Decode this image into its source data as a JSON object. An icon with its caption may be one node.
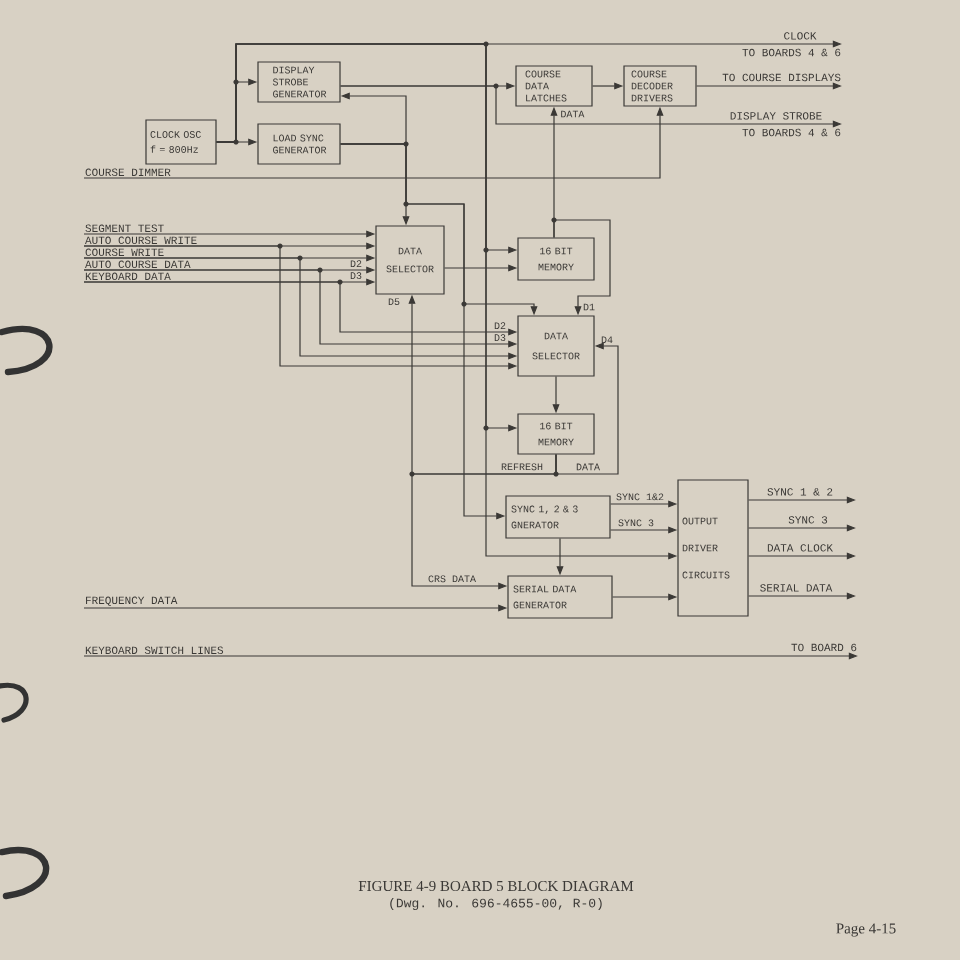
{
  "diagram": {
    "caption": "FIGURE 4-9 BOARD 5 BLOCK DIAGRAM",
    "nodes": [
      {
        "text": [
          "DISPLAY STROBE GENERATOR"
        ]
      },
      {
        "text": [
          "COURSE DATA LATCHES"
        ]
      },
      {
        "text": [
          "COURSE DECODER DRIVERS"
        ]
      },
      {
        "text": [
          "CLOCK OSC",
          "f = 800Hz"
        ]
      },
      {
        "text": [
          "LOAD SYNC GENERATOR"
        ]
      },
      {
        "text": [
          "COURSE DIMMER"
        ]
      },
      {
        "text": [
          "SEGMENT TEST"
        ]
      },
      {
        "text": [
          "AUTO COURSE WRITE"
        ]
      },
      {
        "text": [
          "COURSE WRITE"
        ]
      },
      {
        "text": [
          "AUTO COURSE DATA"
        ]
      },
      {
        "text": [
          "KEYBOARD DATA"
        ]
      },
      {
        "text": [
          "DATA SELECTOR"
        ],
        "beside": [
          "D2",
          "D3",
          "D5"
        ]
      },
      {
        "text": [
          "16 BIT MEMORY"
        ]
      },
      {
        "text": [
          "DATA SELECTOR"
        ],
        "beside": [
          "D1",
          "D2",
          "D3",
          "D4"
        ]
      },
      {
        "text": [
          "16 BIT MEMORY"
        ]
      },
      {
        "text": [
          "OUTPUT DRIVER CIRCUITS"
        ]
      },
      {
        "text": [
          "SYNC 1, 2 & 3 GNERATOR"
        ]
      },
      {
        "text": [
          "SERIAL DATA GENERATOR"
        ]
      },
      {
        "text": [
          "FREQUENCY DATA"
        ]
      },
      {
        "text": [
          "KEYBOARD SWITCH LINES"
        ]
      },
      {
        "text": [
          "TO BOARDS 4 & 6"
        ]
      },
      {
        "text": [
          "TO COURSE DISPLAYS"
        ]
      },
      {
        "text": [
          "TO BOARDS 4 & 6"
        ]
      },
      {
        "text": [
          "TO BOARD 6"
        ]
      }
    ],
    "edges": [
      {
        "from": 3,
        "to": 4,
        "arrow": "to"
      },
      {
        "from": 3,
        "to": 0,
        "arrow": "to"
      },
      {
        "from": 3,
        "to": 20,
        "arrow": "to",
        "label": "CLOCK"
      },
      {
        "from": 3,
        "to": 12,
        "arrow": "to"
      },
      {
        "from": 3,
        "to": 14,
        "arrow": "to"
      },
      {
        "from": 3,
        "to": 15,
        "arrow": "to"
      },
      {
        "from": 4,
        "to": 0,
        "arrow": "to"
      },
      {
        "from": 4,
        "to": 11,
        "arrow": "to"
      },
      {
        "from": 4,
        "to": 13,
        "arrow": "to"
      },
      {
        "from": 4,
        "to": 16,
        "arrow": "to"
      },
      {
        "from": 0,
        "to": 1,
        "arrow": "to"
      },
      {
        "from": 0,
        "to": 22,
        "arrow": "to",
        "label": "DISPLAY STROBE"
      },
      {
        "from": 1,
        "to": 2,
        "arrow": "to"
      },
      {
        "from": 2,
        "to": 21,
        "arrow": "to"
      },
      {
        "from": 5,
        "to": 2,
        "arrow": "to"
      },
      {
        "from": 12,
        "to": 1,
        "arrow": "to",
        "label": "DATA"
      },
      {
        "from": 12,
        "to": 13,
        "arrow": "to"
      },
      {
        "from": 11,
        "to": 12,
        "arrow": "to"
      },
      {
        "from": 13,
        "to": 14,
        "arrow": "to"
      },
      {
        "from": 14,
        "to": 13,
        "arrow": "to",
        "label": "DATA"
      },
      {
        "from": 14,
        "to": 11,
        "arrow": "to",
        "label": "REFRESH"
      },
      {
        "from": 14,
        "to": 17,
        "arrow": "to",
        "label": "CRS DATA"
      },
      {
        "from": 6,
        "to": 11,
        "arrow": "to"
      },
      {
        "from": 7,
        "to": 11,
        "arrow": "to"
      },
      {
        "from": 7,
        "to": 13,
        "arrow": "to"
      },
      {
        "from": 8,
        "to": 11,
        "arrow": "to"
      },
      {
        "from": 8,
        "to": 13,
        "arrow": "to"
      },
      {
        "from": 9,
        "to": 11,
        "arrow": "to"
      },
      {
        "from": 9,
        "to": 13,
        "arrow": "to"
      },
      {
        "from": 10,
        "to": 11,
        "arrow": "to"
      },
      {
        "from": 10,
        "to": 13,
        "arrow": "to"
      },
      {
        "from": 16,
        "to": 15,
        "arrow": "to",
        "label": "SYNC 1&2"
      },
      {
        "from": 16,
        "to": 15,
        "arrow": "to",
        "label": "SYNC 3"
      },
      {
        "from": 16,
        "to": 17,
        "arrow": "to"
      },
      {
        "from": 17,
        "to": 15,
        "arrow": "to"
      },
      {
        "from": 18,
        "to": 17,
        "arrow": "to"
      },
      {
        "from": 15,
        "to": null,
        "arrow": "to",
        "label": "SYNC 1 & 2"
      },
      {
        "from": 15,
        "to": null,
        "arrow": "to",
        "label": "SYNC 3"
      },
      {
        "from": 15,
        "to": null,
        "arrow": "to",
        "label": "DATA CLOCK"
      },
      {
        "from": 15,
        "to": null,
        "arrow": "to",
        "label": "SERIAL DATA"
      },
      {
        "from": 19,
        "to": 23,
        "arrow": "to"
      }
    ],
    "labels": [
      "(Dwg. No. 696-4655-00, R-0)",
      "Page 4-15"
    ]
  }
}
